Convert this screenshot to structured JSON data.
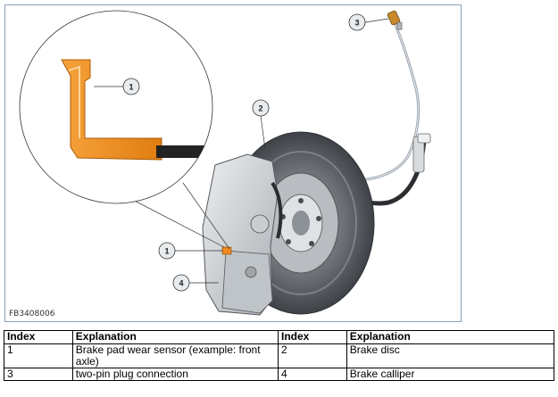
{
  "figure": {
    "code": "FB3408006",
    "callouts": [
      "1",
      "2",
      "3",
      "1",
      "4"
    ]
  },
  "legend": {
    "headers": [
      "Index",
      "Explanation",
      "Index",
      "Explanation"
    ],
    "rows": [
      [
        "1",
        "Brake pad wear sensor (example: front axle)",
        "2",
        "Brake disc"
      ],
      [
        "3",
        "two-pin plug connection",
        "4",
        "Brake calliper"
      ]
    ]
  },
  "colors": {
    "sensor": "#f08a1c",
    "frame": "#8aa0b8",
    "caliper": "#cfd3d6",
    "disc": "#5a5e63"
  }
}
